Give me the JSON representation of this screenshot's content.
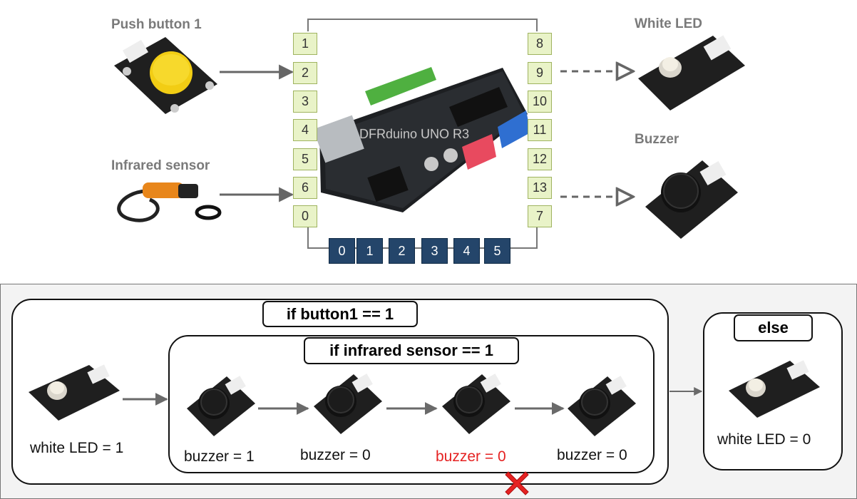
{
  "top": {
    "labels": {
      "push_button": "Push button 1",
      "infrared": "Infrared sensor",
      "white_led": "White LED",
      "buzzer": "Buzzer"
    },
    "board_name": "DFRduino UNO R3",
    "left_pins": [
      "1",
      "2",
      "3",
      "4",
      "5",
      "6",
      "0"
    ],
    "right_pins": [
      "8",
      "9",
      "10",
      "11",
      "12",
      "13",
      "7"
    ],
    "analog_pins": [
      "0",
      "1",
      "2",
      "3",
      "4",
      "5"
    ]
  },
  "logic": {
    "if_button": "if button1 == 1",
    "if_infrared": "if infrared sensor == 1",
    "else": "else",
    "white_led_on": "white LED = 1",
    "buzzer_values": [
      "buzzer = 1",
      "buzzer = 0",
      "buzzer = 0",
      "buzzer = 0"
    ],
    "white_led_off": "white LED = 0"
  },
  "colors": {
    "pin_fill": "#e9f3c8",
    "analog_pin_fill": "#24456a",
    "error_text": "#e52222",
    "error_mark": "#e52222"
  }
}
